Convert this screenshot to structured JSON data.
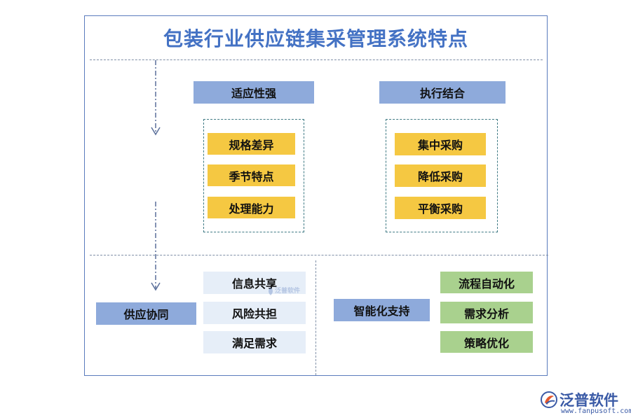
{
  "title": "包装行业供应链集采管理系统特点",
  "top_sections": [
    {
      "heading": "适应性强",
      "items": [
        "规格差异",
        "季节特点",
        "处理能力"
      ]
    },
    {
      "heading": "执行结合",
      "items": [
        "集中采购",
        "降低采购",
        "平衡采购"
      ]
    }
  ],
  "bottom_left": {
    "heading": "供应协同",
    "items": [
      "信息共享",
      "风险共担",
      "满足需求"
    ]
  },
  "bottom_right": {
    "heading": "智能化支持",
    "items": [
      "流程自动化",
      "需求分析",
      "策略优化"
    ]
  },
  "watermark": "泛普软件",
  "logo": {
    "name": "泛普软件",
    "url": "www.fanpusoft.com"
  },
  "colors": {
    "title": "#4472c4",
    "heading_blue": "#8eaadb",
    "item_yellow": "#f5c842",
    "item_light": "#e6eef8",
    "item_green": "#a9d18e"
  }
}
